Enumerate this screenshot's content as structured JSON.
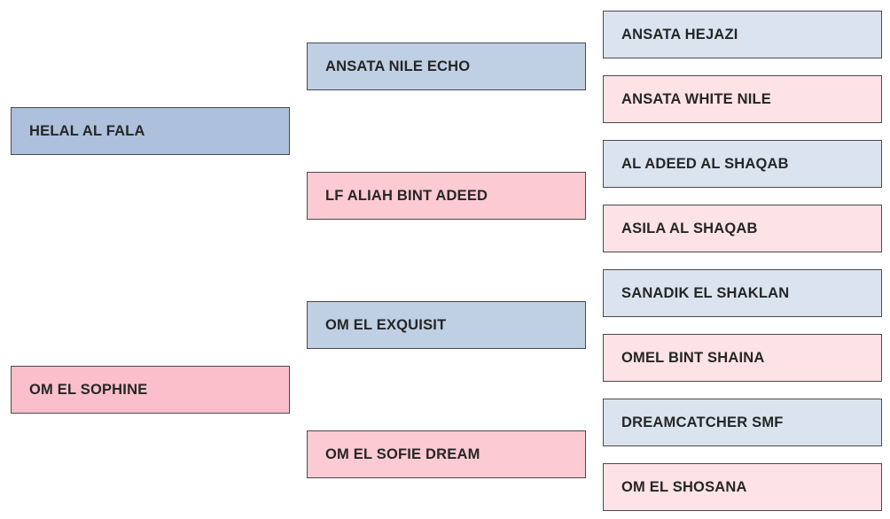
{
  "pedigree": {
    "sire": {
      "name": "HELAL AL FALA",
      "sire": {
        "name": "ANSATA NILE ECHO",
        "sire": {
          "name": "ANSATA HEJAZI"
        },
        "dam": {
          "name": "ANSATA WHITE NILE"
        }
      },
      "dam": {
        "name": "LF ALIAH BINT ADEED",
        "sire": {
          "name": "AL ADEED AL SHAQAB"
        },
        "dam": {
          "name": "ASILA AL SHAQAB"
        }
      }
    },
    "dam": {
      "name": "OM EL SOPHINE",
      "sire": {
        "name": "OM EL EXQUISIT",
        "sire": {
          "name": "SANADIK EL SHAKLAN"
        },
        "dam": {
          "name": "OMEL BINT SHAINA"
        }
      },
      "dam": {
        "name": "OM EL SOFIE DREAM",
        "sire": {
          "name": "DREAMCATCHER SMF"
        },
        "dam": {
          "name": "OM EL SHOSANA"
        }
      }
    }
  },
  "colors": {
    "male_gen1": "#adc0dc",
    "female_gen1": "#fbbfcb",
    "male_gen2": "#bfcfe4",
    "female_gen2": "#fccad3",
    "male_gen3": "#dbe3ef",
    "female_gen3": "#fde2e6",
    "border": "#4a4a4a",
    "text": "#262626"
  }
}
